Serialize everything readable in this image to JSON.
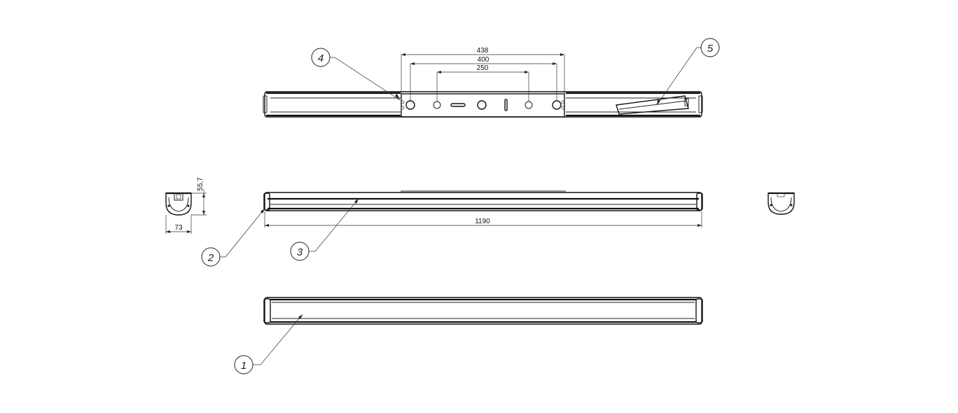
{
  "dimensions": {
    "mount_438": "438",
    "mount_400": "400",
    "mount_250": "250",
    "overall_length": "1190",
    "end_height": "55,7",
    "end_width": "73"
  },
  "callouts": {
    "c1": "1",
    "c2": "2",
    "c3": "3",
    "c4": "4",
    "c5": "5"
  }
}
